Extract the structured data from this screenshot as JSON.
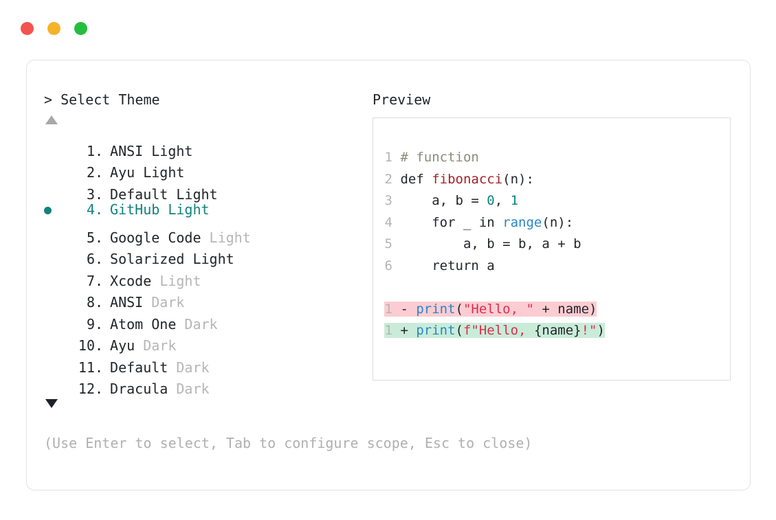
{
  "window": {
    "traffic_lights": [
      {
        "name": "close",
        "color": "#f2554f"
      },
      {
        "name": "minimize",
        "color": "#f5b32a"
      },
      {
        "name": "maximize",
        "color": "#25bd3f"
      }
    ]
  },
  "prompt": {
    "marker": ">",
    "title": "Select Theme"
  },
  "scroll": {
    "up_icon": "triangle-up",
    "down_icon": "triangle-down"
  },
  "selected_index": 4,
  "accent_color": "#10827f",
  "themes": [
    {
      "index": "1",
      "name": "ANSI",
      "variant": "Light",
      "variant_dim": false,
      "selected": false
    },
    {
      "index": "2",
      "name": "Ayu",
      "variant": "Light",
      "variant_dim": false,
      "selected": false
    },
    {
      "index": "3",
      "name": "Default",
      "variant": "Light",
      "variant_dim": false,
      "selected": false
    },
    {
      "index": "4",
      "name": "GitHub",
      "variant": "Light",
      "variant_dim": false,
      "selected": true
    },
    {
      "index": "5",
      "name": "Google Code",
      "variant": "Light",
      "variant_dim": true,
      "selected": false
    },
    {
      "index": "6",
      "name": "Solarized",
      "variant": "Light",
      "variant_dim": false,
      "selected": false
    },
    {
      "index": "7",
      "name": "Xcode",
      "variant": "Light",
      "variant_dim": true,
      "selected": false
    },
    {
      "index": "8",
      "name": "ANSI",
      "variant": "Dark",
      "variant_dim": true,
      "selected": false
    },
    {
      "index": "9",
      "name": "Atom One",
      "variant": "Dark",
      "variant_dim": true,
      "selected": false
    },
    {
      "index": "10",
      "name": "Ayu",
      "variant": "Dark",
      "variant_dim": true,
      "selected": false
    },
    {
      "index": "11",
      "name": "Default",
      "variant": "Dark",
      "variant_dim": true,
      "selected": false
    },
    {
      "index": "12",
      "name": "Dracula",
      "variant": "Dark",
      "variant_dim": true,
      "selected": false
    }
  ],
  "preview": {
    "title": "Preview",
    "code_lines": [
      {
        "num": "1",
        "tokens": [
          {
            "t": "# function",
            "c": "comment"
          }
        ]
      },
      {
        "num": "2",
        "tokens": [
          {
            "t": "def ",
            "c": "kw"
          },
          {
            "t": "fibonacci",
            "c": "fn"
          },
          {
            "t": "(n):",
            "c": "punct"
          }
        ]
      },
      {
        "num": "3",
        "tokens": [
          {
            "t": "    a, b = ",
            "c": "plain"
          },
          {
            "t": "0",
            "c": "num"
          },
          {
            "t": ", ",
            "c": "plain"
          },
          {
            "t": "1",
            "c": "num"
          }
        ]
      },
      {
        "num": "4",
        "tokens": [
          {
            "t": "    for _ in ",
            "c": "plain"
          },
          {
            "t": "range",
            "c": "builtin"
          },
          {
            "t": "(n):",
            "c": "punct"
          }
        ]
      },
      {
        "num": "5",
        "tokens": [
          {
            "t": "        a, b = b, a + b",
            "c": "plain"
          }
        ]
      },
      {
        "num": "6",
        "tokens": [
          {
            "t": "    return a",
            "c": "plain"
          }
        ]
      }
    ],
    "diff_lines": [
      {
        "num": "1",
        "sign": "-",
        "kind": "del",
        "tokens": [
          {
            "t": "print",
            "c": "builtin"
          },
          {
            "t": "(",
            "c": "punct"
          },
          {
            "t": "\"Hello, \"",
            "c": "str"
          },
          {
            "t": " + name)",
            "c": "plain"
          }
        ]
      },
      {
        "num": "1",
        "sign": "+",
        "kind": "add",
        "tokens": [
          {
            "t": "print",
            "c": "builtin"
          },
          {
            "t": "(",
            "c": "punct"
          },
          {
            "t": "f\"Hello, ",
            "c": "str"
          },
          {
            "t": "{name}",
            "c": "plain"
          },
          {
            "t": "!\"",
            "c": "str"
          },
          {
            "t": ")",
            "c": "punct"
          }
        ]
      }
    ]
  },
  "hint": "(Use Enter to select, Tab to configure scope, Esc to close)"
}
